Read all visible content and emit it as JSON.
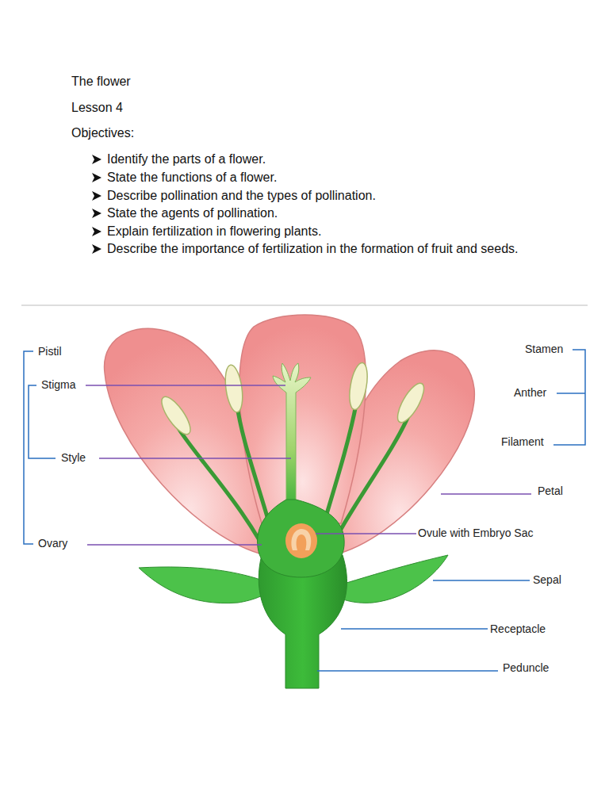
{
  "diagram": {
    "title": "The flower",
    "labels": [
      "Lesson 4",
      "Objectives:",
      "Identify the parts of a flower.",
      "State the functions of a flower.",
      "Describe pollination and the types of pollination.",
      "State the agents of pollination.",
      "Explain fertilization in flowering plants.",
      "Describe the importance of fertilization in the formation of fruit and seeds.",
      "Pistil",
      "Stigma",
      "Style",
      "Ovary",
      "Stamen",
      "Anther",
      "Filament",
      "Petal",
      "Ovule with Embryo Sac",
      "Sepal",
      "Receptacle",
      "Peduncle"
    ]
  }
}
